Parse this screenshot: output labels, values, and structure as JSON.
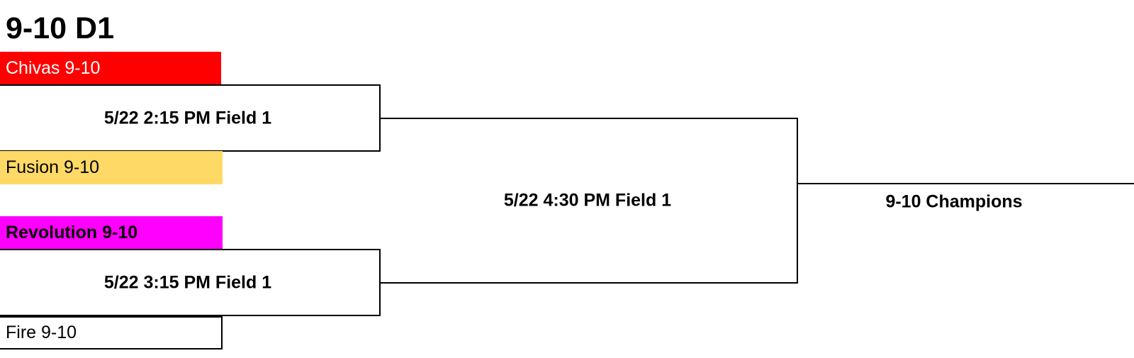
{
  "title": "9-10 D1",
  "teams": [
    {
      "name": "Chivas 9-10",
      "color": "#ff0000"
    },
    {
      "name": "Fusion 9-10",
      "color": "#ffd966"
    },
    {
      "name": "Revolution 9-10",
      "color": "#ff00ff"
    },
    {
      "name": "Fire 9-10",
      "color": "#ffffff"
    }
  ],
  "games": [
    {
      "label": "5/22 2:15 PM Field 1"
    },
    {
      "label": "5/22 3:15 PM Field 1"
    }
  ],
  "final": {
    "label": "5/22 4:30 PM Field 1"
  },
  "champion": {
    "label": "9-10 Champions"
  }
}
